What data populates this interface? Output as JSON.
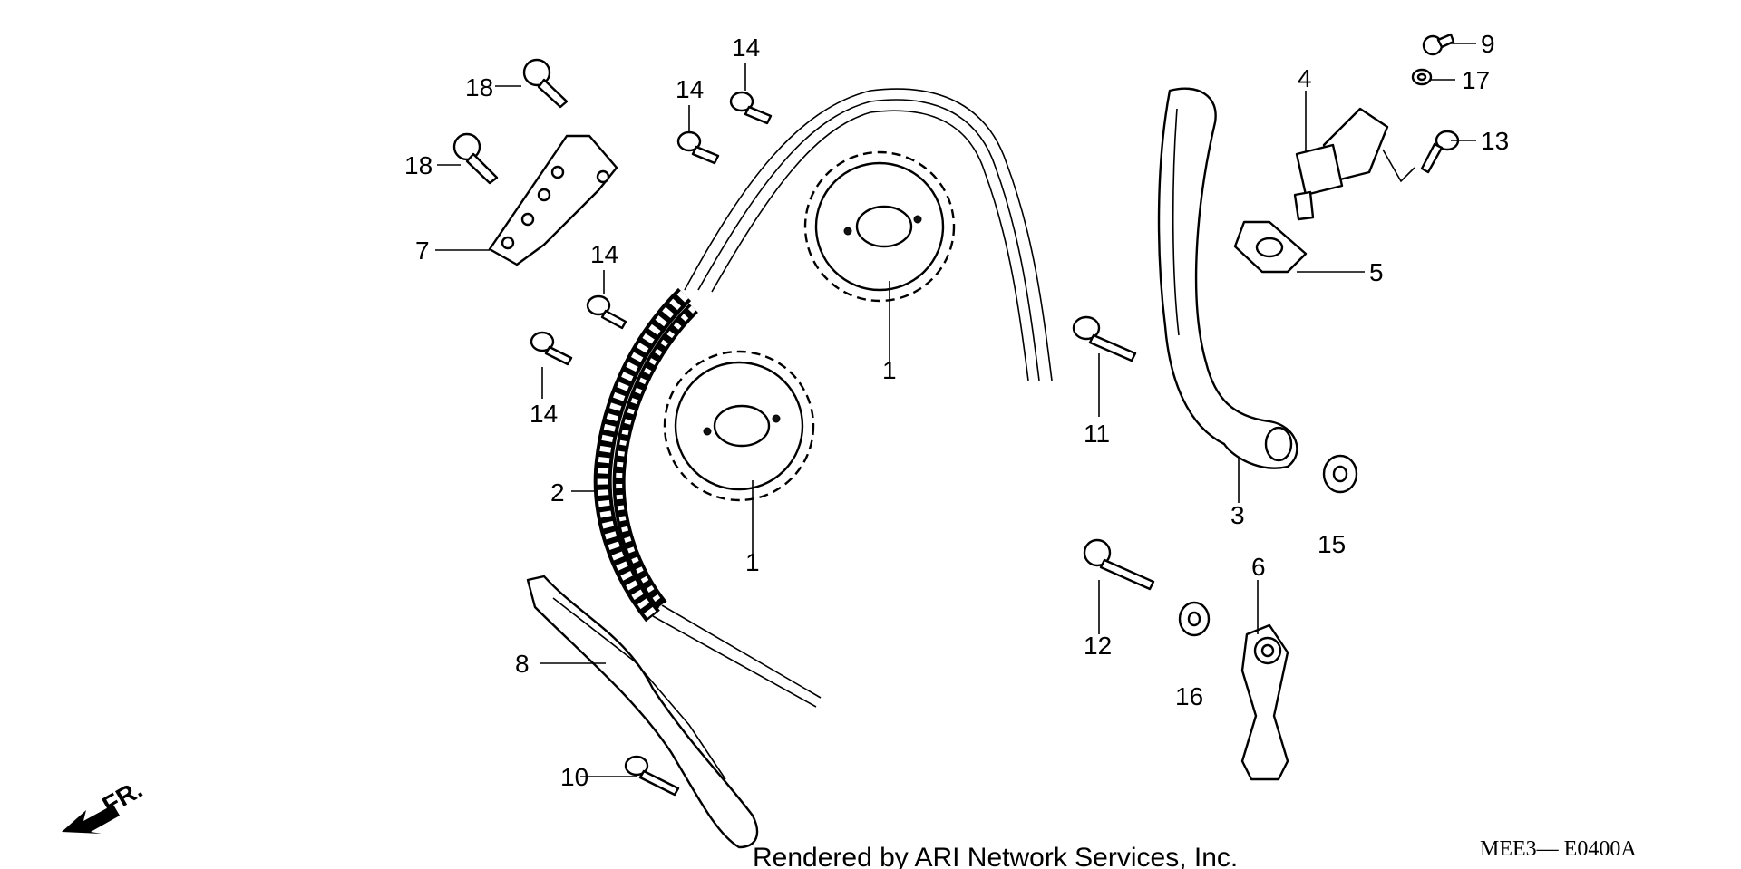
{
  "callouts": [
    {
      "id": "c1a",
      "text": "1"
    },
    {
      "id": "c1b",
      "text": "1"
    },
    {
      "id": "c2",
      "text": "2"
    },
    {
      "id": "c3",
      "text": "3"
    },
    {
      "id": "c4",
      "text": "4"
    },
    {
      "id": "c5",
      "text": "5"
    },
    {
      "id": "c6",
      "text": "6"
    },
    {
      "id": "c7",
      "text": "7"
    },
    {
      "id": "c8",
      "text": "8"
    },
    {
      "id": "c9",
      "text": "9"
    },
    {
      "id": "c10",
      "text": "10"
    },
    {
      "id": "c11",
      "text": "11"
    },
    {
      "id": "c12",
      "text": "12"
    },
    {
      "id": "c13",
      "text": "13"
    },
    {
      "id": "c14a",
      "text": "14"
    },
    {
      "id": "c14b",
      "text": "14"
    },
    {
      "id": "c14c",
      "text": "14"
    },
    {
      "id": "c14d",
      "text": "14"
    },
    {
      "id": "c15",
      "text": "15"
    },
    {
      "id": "c16",
      "text": "16"
    },
    {
      "id": "c17",
      "text": "17"
    },
    {
      "id": "c18a",
      "text": "18"
    },
    {
      "id": "c18b",
      "text": "18"
    }
  ],
  "front_arrow_label": "FR.",
  "footer_text": "Rendered by ARI Network Services, Inc.",
  "diagram_code": "MEE3— E0400A"
}
